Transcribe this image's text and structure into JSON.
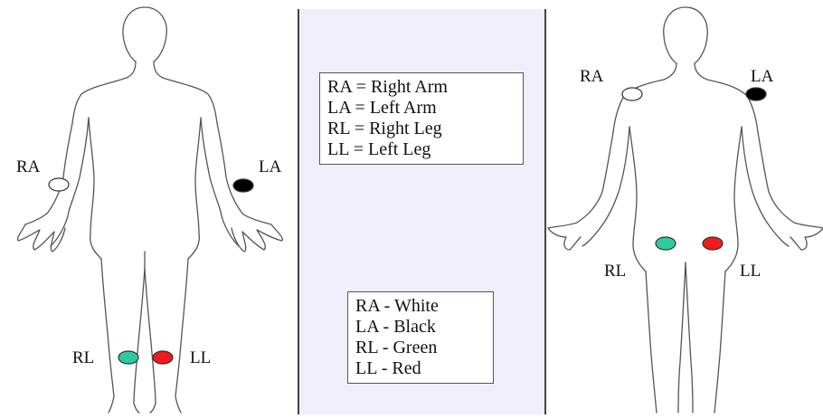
{
  "front_view": {
    "electrodes": [
      {
        "id": "RA",
        "label": "RA",
        "color": "#ffffff"
      },
      {
        "id": "LA",
        "label": "LA",
        "color": "#000000"
      },
      {
        "id": "RL",
        "label": "RL",
        "color": "#2fc9a0"
      },
      {
        "id": "LL",
        "label": "LL",
        "color": "#ee1c1c"
      }
    ]
  },
  "back_view": {
    "electrodes": [
      {
        "id": "RA",
        "label": "RA",
        "color": "#ffffff"
      },
      {
        "id": "LA",
        "label": "LA",
        "color": "#000000"
      },
      {
        "id": "RL",
        "label": "RL",
        "color": "#2fc9a0"
      },
      {
        "id": "LL",
        "label": "LL",
        "color": "#ee1c1c"
      }
    ]
  },
  "legend": {
    "abbreviations": [
      "RA = Right Arm",
      "LA = Left Arm",
      "RL = Right Leg",
      "LL = Left Leg"
    ],
    "colors": [
      "RA - White",
      "LA - Black",
      "RL - Green",
      "LL - Red"
    ]
  },
  "colors": {
    "center_background": "#f0eefb",
    "outline": "#555555"
  }
}
